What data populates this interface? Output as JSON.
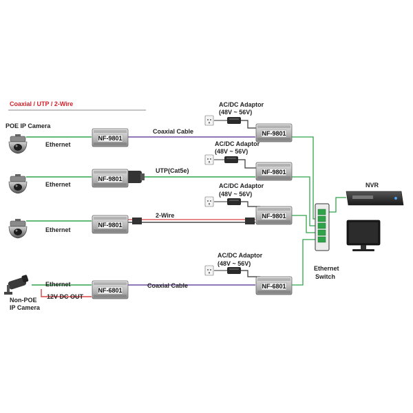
{
  "header": {
    "title": "Coaxial / UTP / 2-Wire"
  },
  "colors": {
    "header_text": "#d0202a",
    "header_rule": "#888888",
    "ethernet": "#2fa34a",
    "coax": "#6a4aa0",
    "utp": "#2fa34a",
    "two_wire": "#d84040",
    "dc_out": "#d84040",
    "device_body": "#c8c8c8",
    "device_dark": "#444444"
  },
  "labels": {
    "poe_camera": "POE IP Camera",
    "non_poe_camera_line1": "Non-POE",
    "non_poe_camera_line2": "IP Camera",
    "ethernet": "Ethernet",
    "coaxial_cable": "Coaxial Cable",
    "utp": "UTP(Cat5e)",
    "two_wire": "2-Wire",
    "dc_out": "12V DC OUT",
    "adaptor_line1": "AC/DC Adaptor",
    "adaptor_line2": "(48V ~ 56V)",
    "nvr": "NVR",
    "switch_line1": "Ethernet",
    "switch_line2": "Switch"
  },
  "devices": {
    "left_1": "NF-9801",
    "left_2": "NF-9801",
    "left_3": "NF-9801",
    "left_4": "NF-6801",
    "right_1": "NF-9801",
    "right_2": "NF-9801",
    "right_3": "NF-9801",
    "right_4": "NF-6801"
  },
  "icons": {
    "camera": "dome-camera-icon",
    "bullet_camera": "bullet-camera-icon",
    "adaptor": "power-adaptor-icon",
    "outlet": "wall-outlet-icon",
    "nvr": "nvr-recorder-icon",
    "monitor": "monitor-icon",
    "switch": "ethernet-switch-icon"
  }
}
